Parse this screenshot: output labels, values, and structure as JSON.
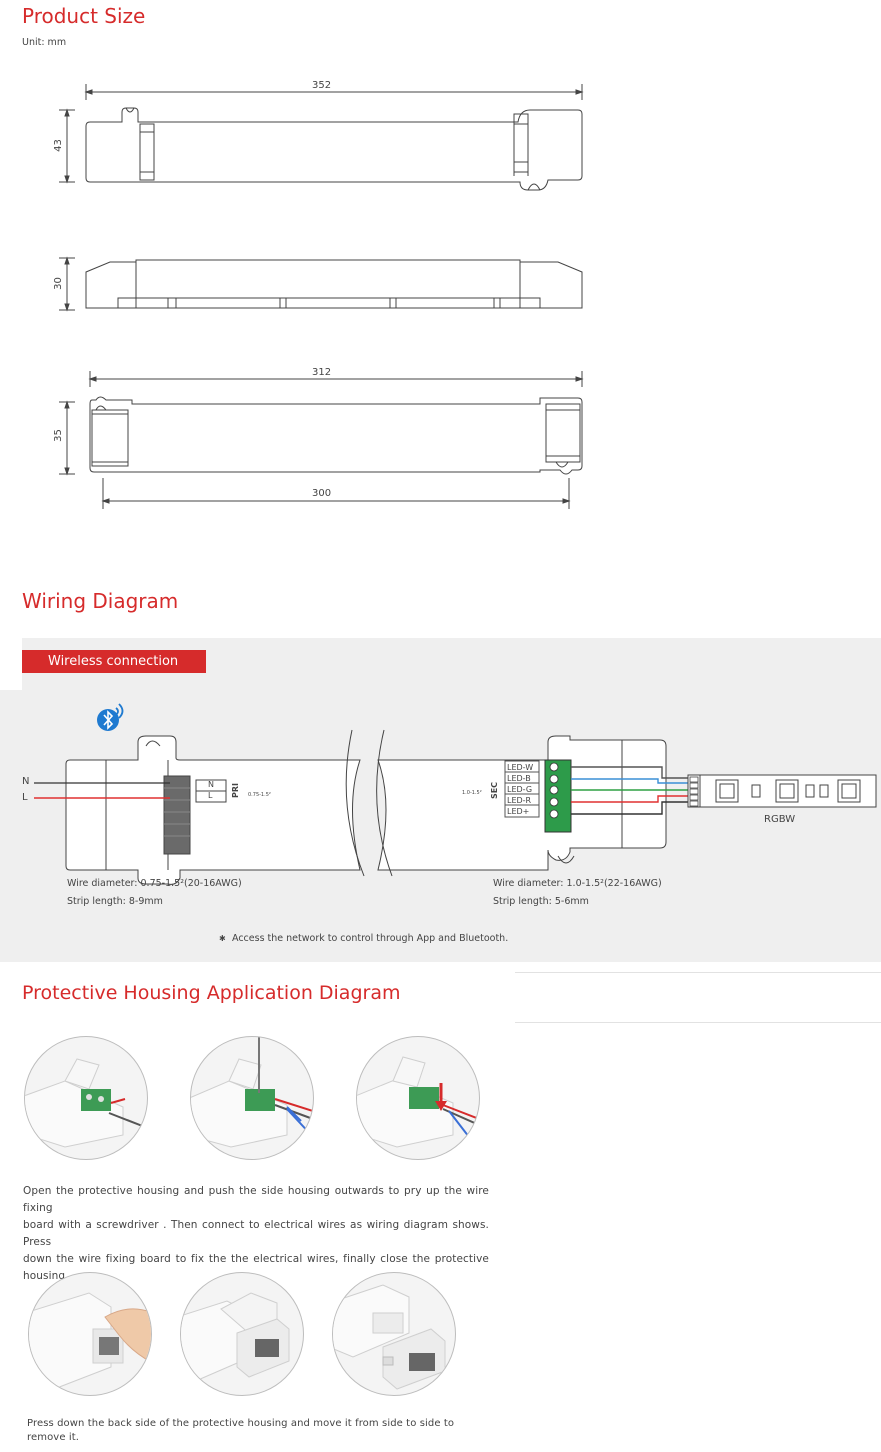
{
  "product_size": {
    "title": "Product Size",
    "unit": "Unit: mm",
    "dims": {
      "length_top": "352",
      "height_top": "43",
      "height_side": "30",
      "length_bottom": "312",
      "height_bottom": "35",
      "hole_spacing": "300"
    }
  },
  "wiring": {
    "title": "Wiring Diagram",
    "tab": "Wireless connection",
    "inputs": {
      "n": "N",
      "l": "L"
    },
    "pri": {
      "label": "PRI",
      "n": "N",
      "l": "L",
      "spec": "0.75-1.5²"
    },
    "sec": {
      "label": "SEC",
      "spec": "1.0-1.5²",
      "terminals": [
        "LED-W",
        "LED-B",
        "LED-G",
        "LED-R",
        "LED+"
      ]
    },
    "strip_label": "RGBW",
    "left_wire": "Wire diameter: 0.75-1.5²(20-16AWG)",
    "left_strip": "Strip length: 8-9mm",
    "right_wire": "Wire diameter: 1.0-1.5²(22-16AWG)",
    "right_strip": "Strip length: 5-6mm",
    "note_mark": "✱",
    "note": "Access the network to control through App and Bluetooth.",
    "colors": {
      "red": "#d62b2b",
      "white_wire": "#555555",
      "blue_wire": "#3a8fd6",
      "green_wire": "#2fa043",
      "red_wire": "#e03030",
      "terminal": "#2d9b4a"
    }
  },
  "housing": {
    "title": "Protective Housing Application Diagram",
    "para1_lines": [
      "Open the protective housing and push the side housing outwards to pry up the wire fixing",
      "board with a screwdriver . Then connect to electrical wires as wiring diagram shows. Press",
      "down the wire fixing board to fix the the electrical wires, finally close the protective housing."
    ],
    "para2_lines": [
      "Press down the back side of the protective housing and move it from side to side to",
      "remove it."
    ]
  }
}
